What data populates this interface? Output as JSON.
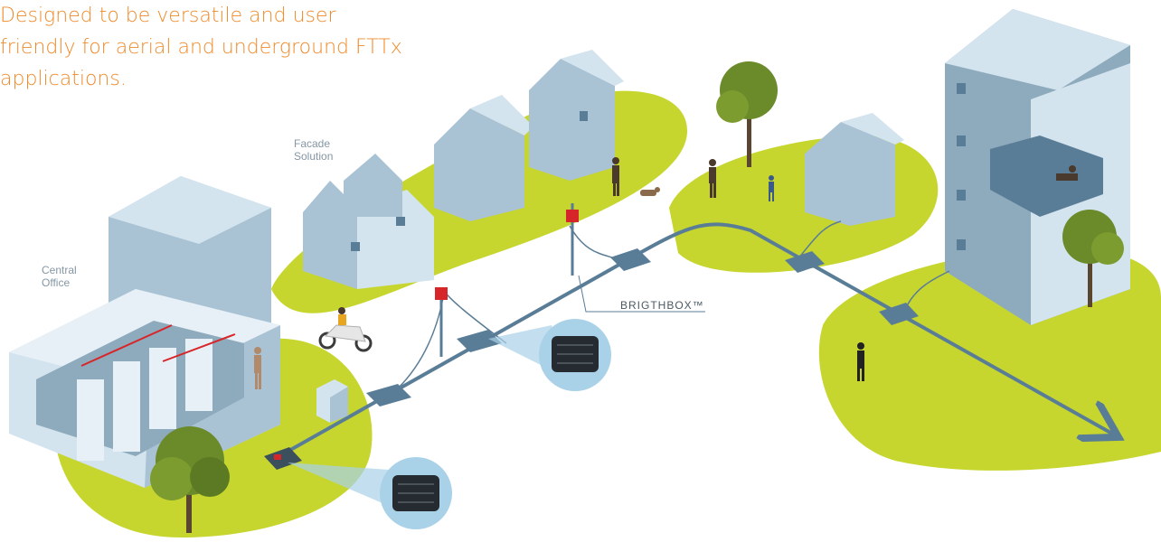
{
  "headline": "Designed to be versatile and user\nfriendly for aerial and underground FTTx\napplications.",
  "labels": {
    "facade": "Facade\nSolution",
    "central_office": "Central\nOffice",
    "brightbox": "BRIGTHBOX™"
  },
  "colors": {
    "headline": "#ef8a2a",
    "grass": "#c6d62f",
    "building_light": "#d3e4ef",
    "building_mid": "#a9c2d4",
    "building_dark": "#6d8ea6",
    "cable": "#5a7d97",
    "closure_red": "#d7262a",
    "tree": "#6b8a2a"
  },
  "icons": [
    "tree-icon",
    "person-icon",
    "scooter-icon",
    "dog-icon",
    "closure-icon",
    "pole-icon",
    "arrow-icon"
  ]
}
